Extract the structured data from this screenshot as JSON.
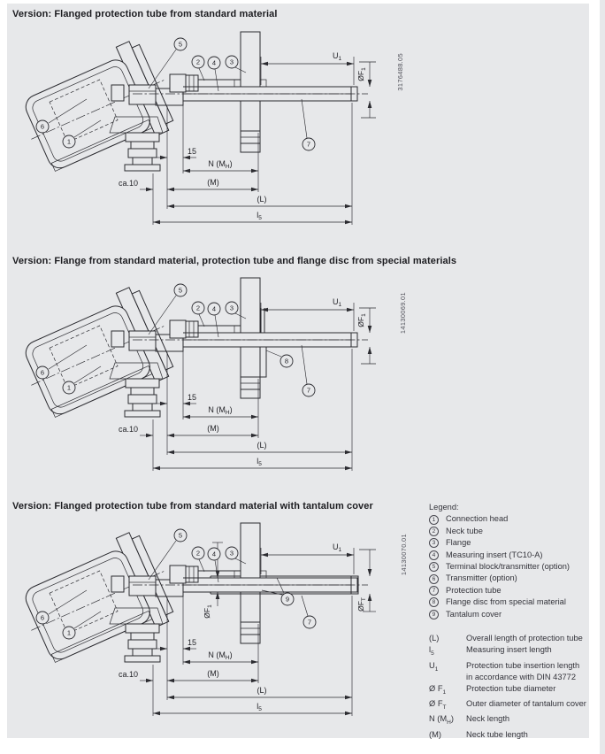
{
  "sections": [
    {
      "title": "Version: Flanged protection tube from standard material",
      "doc_number": "3176488.05"
    },
    {
      "title": "Version: Flange from standard material, protection tube and flange disc from special materials",
      "doc_number": "14130069.01"
    },
    {
      "title": "Version: Flanged protection tube from standard material with tantalum cover",
      "doc_number": "14130070.01"
    }
  ],
  "callouts": {
    "n1": "1",
    "n2": "2",
    "n3": "3",
    "n4": "4",
    "n5": "5",
    "n6": "6",
    "n7": "7",
    "n8": "8",
    "n9": "9"
  },
  "dims": {
    "u1": {
      "base": "U",
      "sub": "1"
    },
    "f1": {
      "base": "ØF",
      "sub": "1"
    },
    "ft": {
      "base": "ØF",
      "sub": "T"
    },
    "d15": "15",
    "n_mh": {
      "pre": "N (M",
      "sub": "H",
      "post": ")"
    },
    "ca10": "ca.10",
    "m": "(M)",
    "l": "(L)",
    "l5": {
      "base": "l",
      "sub": "5"
    }
  },
  "legend": {
    "heading": "Legend:",
    "items": [
      {
        "num": "1",
        "label": "Connection head"
      },
      {
        "num": "2",
        "label": "Neck tube"
      },
      {
        "num": "3",
        "label": "Flange"
      },
      {
        "num": "4",
        "label": "Measuring insert (TC10-A)"
      },
      {
        "num": "5",
        "label": "Terminal block/transmitter (option)"
      },
      {
        "num": "6",
        "label": "Transmitter (option)"
      },
      {
        "num": "7",
        "label": "Protection tube"
      },
      {
        "num": "8",
        "label": "Flange disc from special material"
      },
      {
        "num": "9",
        "label": "Tantalum cover"
      }
    ],
    "dims": [
      {
        "pre": "(L)",
        "desc": "Overall length of protection tube"
      },
      {
        "pre": "l",
        "sub": "5",
        "desc": "Measuring insert length"
      },
      {
        "pre": "U",
        "sub": "1",
        "desc": "Protection tube insertion length",
        "desc2": "in accordance with DIN 43772"
      },
      {
        "pre": "Ø F",
        "sub": "1",
        "desc": "Protection tube diameter"
      },
      {
        "pre": "Ø F",
        "sub": "T",
        "desc": "Outer diameter of tantalum cover"
      },
      {
        "pre": "N (M",
        "sub": "H",
        "post": ")",
        "desc": "Neck length"
      },
      {
        "pre": "(M)",
        "desc": "Neck tube length"
      }
    ]
  },
  "colors": {
    "panel_bg": "#e7e8ea",
    "line": "#2b2b30"
  }
}
